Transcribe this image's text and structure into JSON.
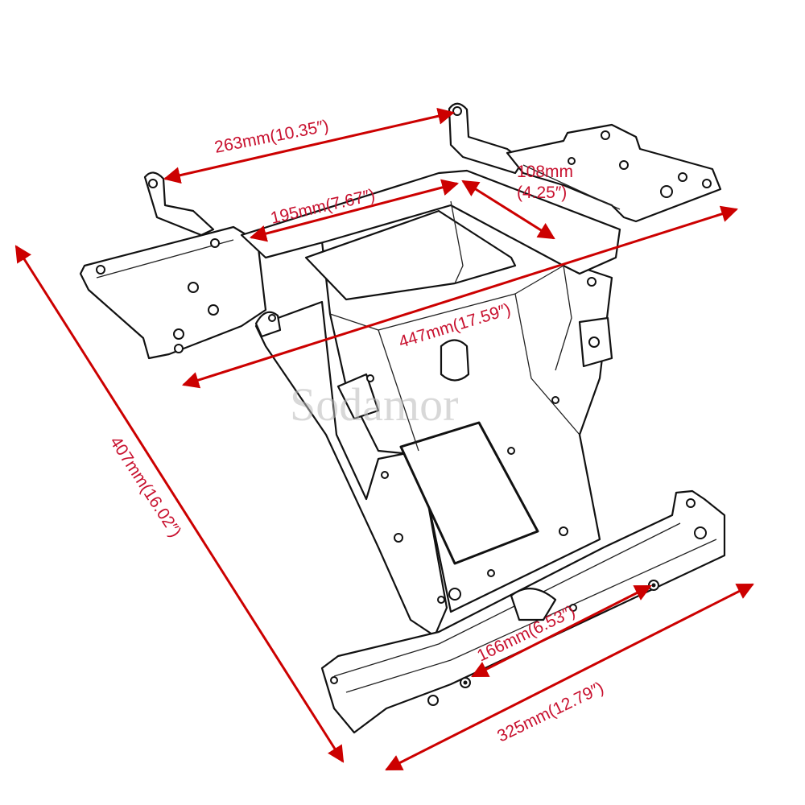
{
  "watermark": "Sodamor",
  "accent_color": "#cc0000",
  "dimensions": [
    {
      "id": "top-span",
      "label": "263mm(10.35″)"
    },
    {
      "id": "inner-span",
      "label": "195mm(7.67″)"
    },
    {
      "id": "mount-width",
      "label_line1": "108mm",
      "label_line2": "(4.25″)"
    },
    {
      "id": "diagonal-length",
      "label": "447mm(17.59″)"
    },
    {
      "id": "overall-height",
      "label": "407mm(16.02″)"
    },
    {
      "id": "hole-spacing",
      "label": "166mm(6.53″)"
    },
    {
      "id": "bottom-width",
      "label": "325mm(12.79″)"
    }
  ]
}
